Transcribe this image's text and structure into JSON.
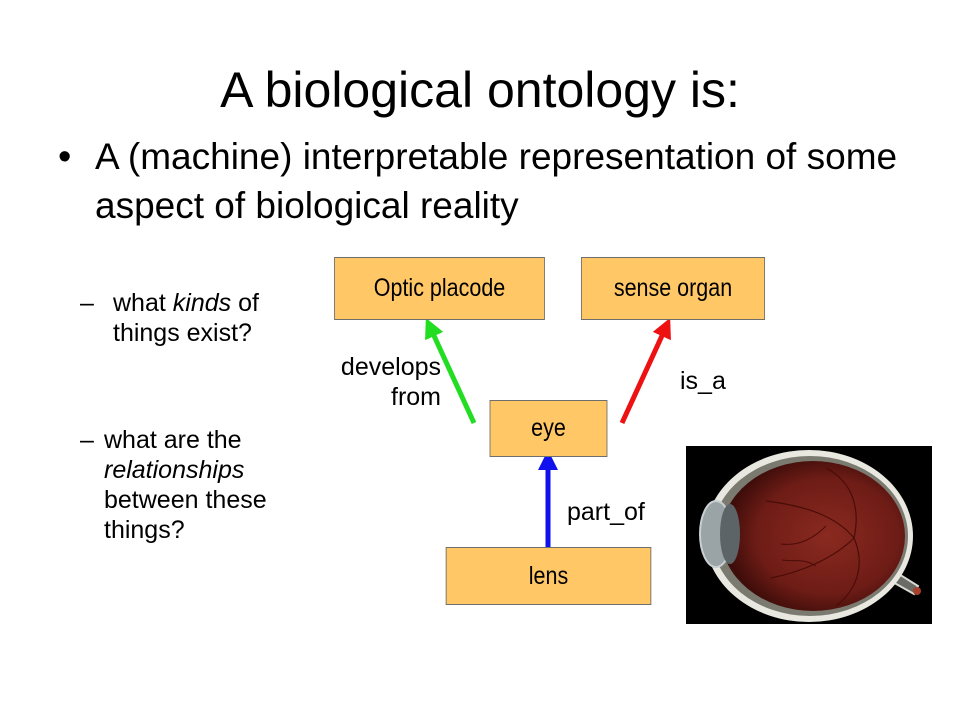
{
  "slide": {
    "title": "A biological ontology is:",
    "bullet": {
      "marker": "•",
      "text": "A (machine) interpretable representation of some aspect of biological reality"
    },
    "subpoints": [
      {
        "marker": "–",
        "before": "what ",
        "emphasis": "kinds",
        "after": " of",
        "line2": "things exist?"
      },
      {
        "marker": "–",
        "line1": "what are the",
        "emphasis": "relationships",
        "line3": "between these",
        "line4": "things?"
      }
    ]
  },
  "diagram": {
    "nodes": {
      "optic_placode": "Optic placode",
      "sense_organ": "sense organ",
      "eye": "eye",
      "lens": "lens"
    },
    "relations": {
      "develops_from": {
        "line1": "develops",
        "line2": "from",
        "color": "#22dd22"
      },
      "is_a": {
        "label": "is_a",
        "color": "#ee1111"
      },
      "part_of": {
        "label": "part_of",
        "color": "#1111ee"
      }
    },
    "node_fill": "#ffc766"
  }
}
